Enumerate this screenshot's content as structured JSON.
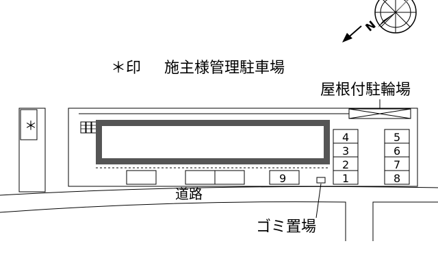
{
  "colors": {
    "ink": "#000000",
    "lot_fill": "#f2f2f2",
    "building_border": "#555555",
    "road_fill": "#ffffff"
  },
  "compass": {
    "icon": "compass-rose-icon",
    "direction_label": "N"
  },
  "legend": {
    "marker": "＊印",
    "text": "施主様管理駐車場"
  },
  "labels": {
    "bicycle_parking": "屋根付駐輪場",
    "road": "道路",
    "garbage": "ゴミ置場",
    "owner_marker": "＊"
  },
  "parking_spaces": {
    "middle_column": [
      "4",
      "3",
      "2",
      "1"
    ],
    "right_column": [
      "5",
      "6",
      "7",
      "8"
    ],
    "bottom_row": "9"
  }
}
